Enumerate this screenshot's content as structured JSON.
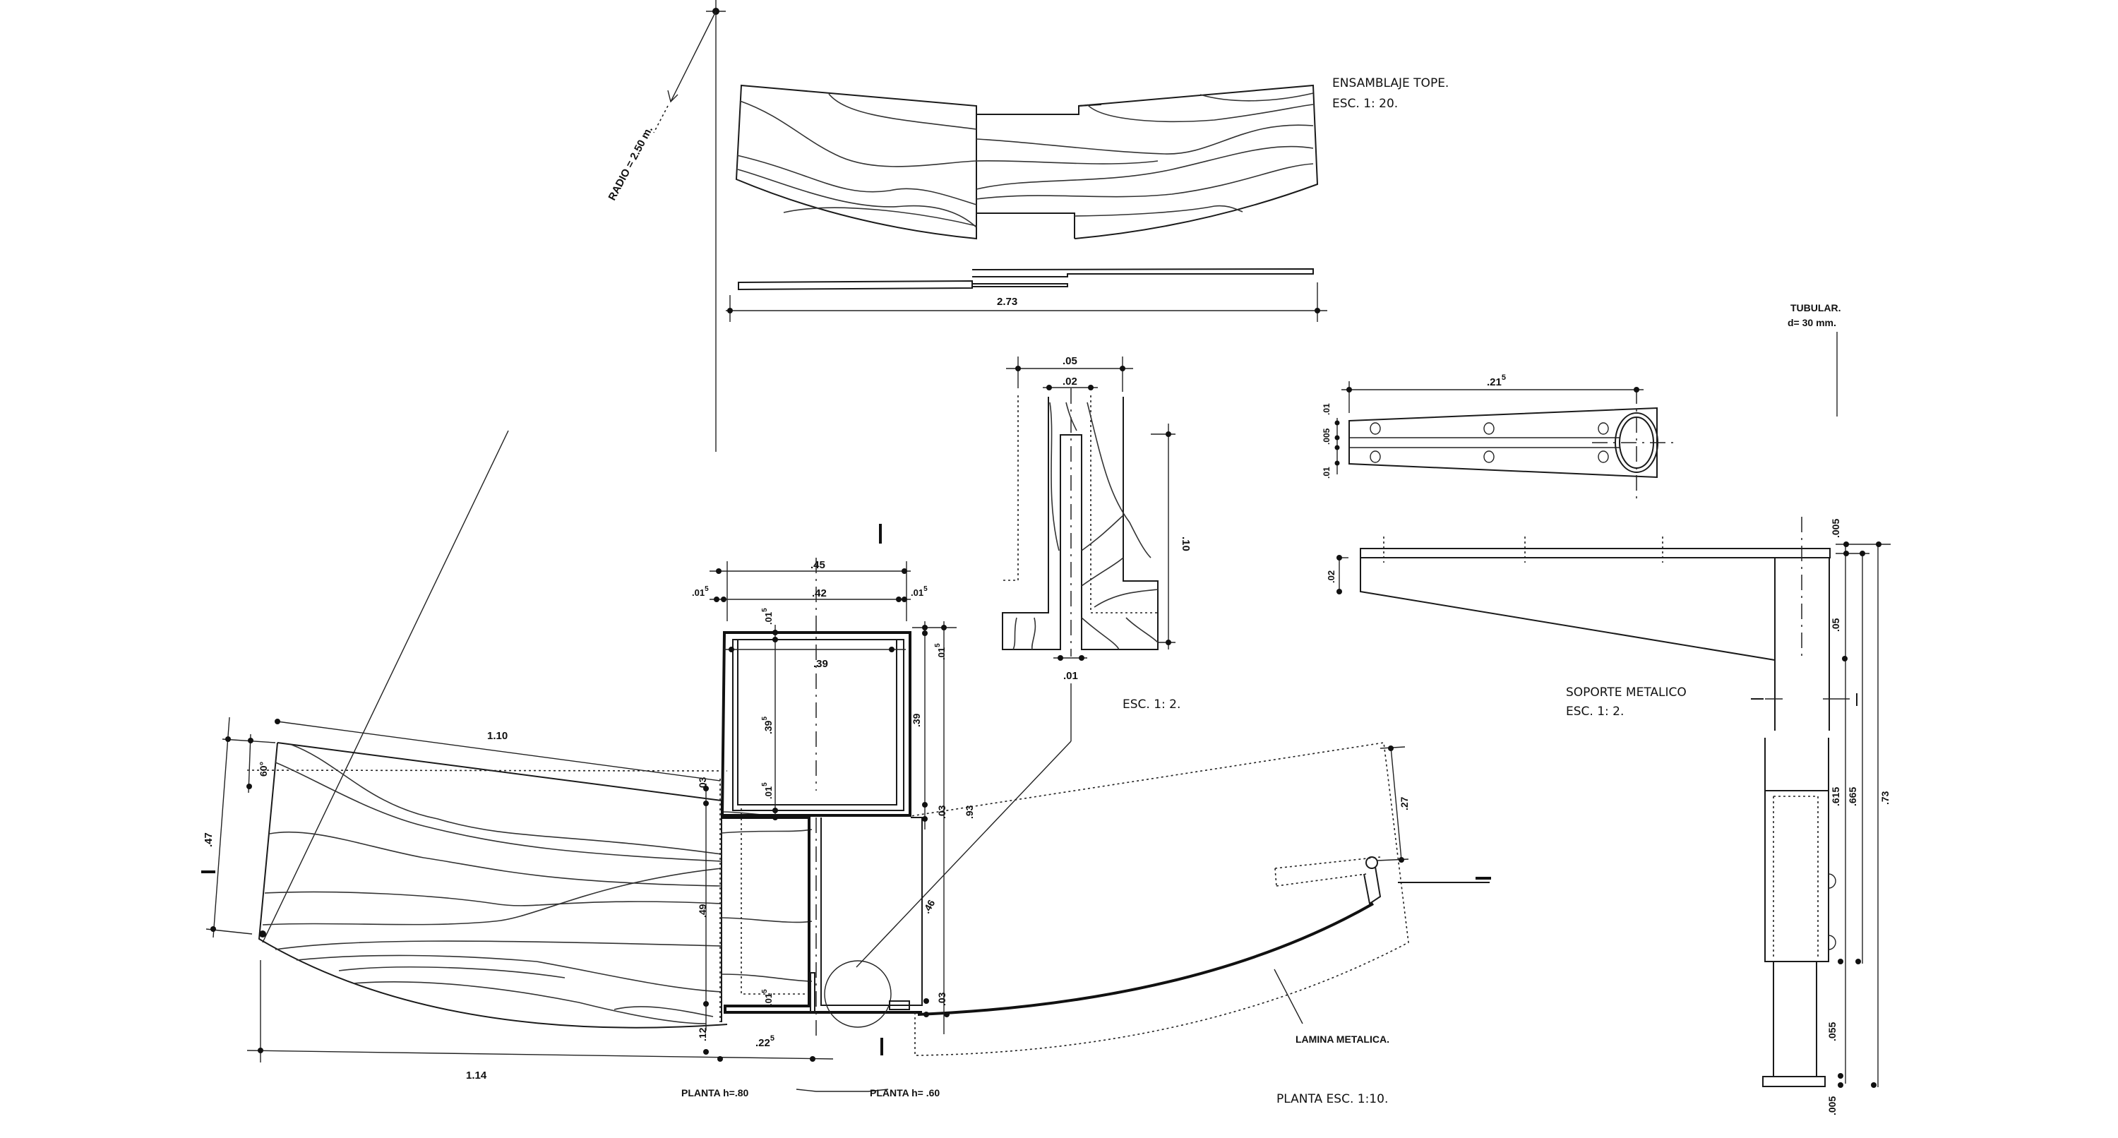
{
  "drawing": {
    "ensamblaje": {
      "title": "ENSAMBLAJE TOPE.",
      "scale": "ESC. 1: 20.",
      "dim_length": "2.73",
      "radius_label": "RADIO = 2.50 m."
    },
    "detail_joint": {
      "scale": "ESC. 1: 2.",
      "dim_total_width": ".05",
      "dim_slot_width": ".02",
      "dim_height": ".10",
      "dim_plate": ".01"
    },
    "soporte": {
      "title": "SOPORTE METALICO",
      "scale": "ESC. 1: 2.",
      "tube_label": "TUBULAR.",
      "tube_diameter": "d= 30 mm.",
      "dim_length": ".21",
      "dim_length_sup": "5",
      "dims_plan_left": [
        ".01",
        ".005",
        ".01"
      ],
      "dim_flange": ".02",
      "dim_top": ".005",
      "dim_mid": ".05",
      "dim_615": ".615",
      "dim_665": ".665",
      "dim_total": ".73",
      "dim_lower": ".055",
      "dim_base": ".005"
    },
    "planta": {
      "title": "PLANTA  ESC. 1:10.",
      "section_left": "PLANTA  h=.80",
      "section_right": "PLANTA  h= .60",
      "lamina_label": "LAMINA  METALICA.",
      "dim_top_length": "1.10",
      "dim_bottom_length": "1.14",
      "dim_angle": "60°",
      "dim_left_height": ".47",
      "dim_mid_height": ".49",
      "dim_lower_small": ".12",
      "dim_base_width": ".22",
      "dim_base_width_sup": "5",
      "dim_box_outer": ".45",
      "dim_box_inner": ".42",
      "dim_box_clear": ".39",
      "dim_box_side_left": ".01",
      "dim_box_side_right": ".01",
      "dim_sup_5": "5",
      "dim_box_height": ".39",
      "dim_box_height_inner": ".39",
      "dim_box_top": ".01",
      "dim_box_bottom": ".01",
      "dim_box_right_top": ".01",
      "dim_stem_top": ".03",
      "dim_stem_right_top": ".03",
      "dim_stem_right_bottom": ".03",
      "dim_stem_bottom": ".01",
      "dim_total_height": ".93",
      "dim_diagonal": ".46",
      "dim_hinge": ".27",
      "dim_left_03": ".03"
    }
  }
}
